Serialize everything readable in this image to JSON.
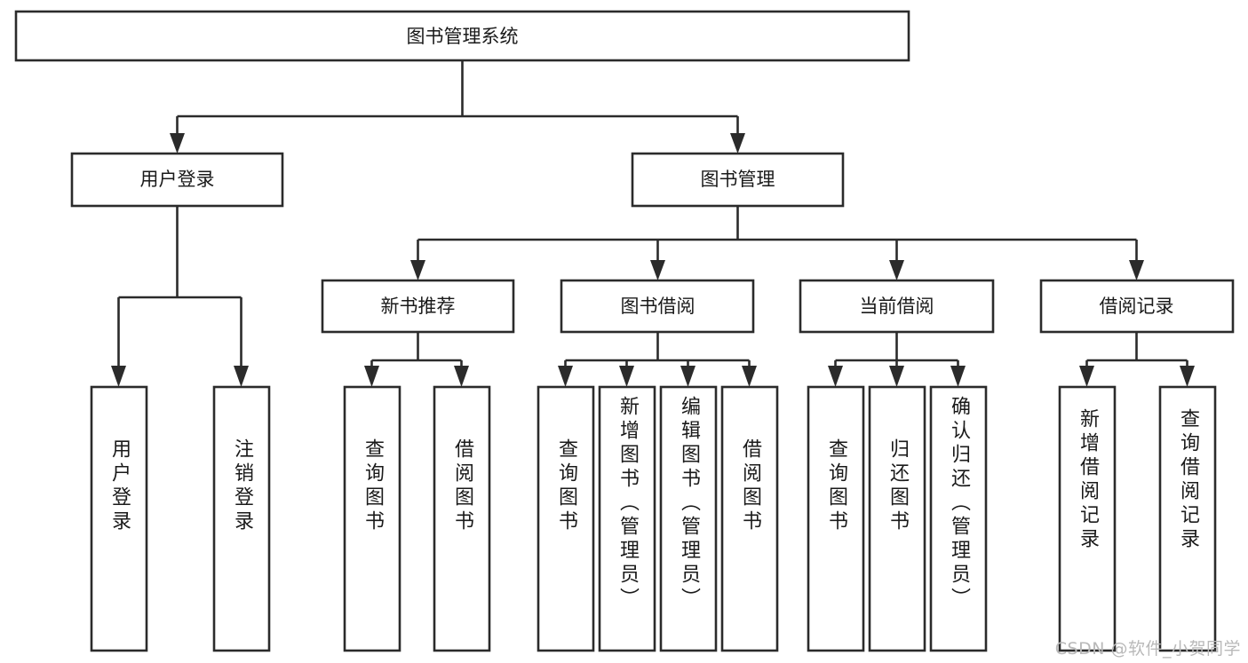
{
  "diagram": {
    "title": "图书管理系统",
    "type": "tree-hierarchy-diagram",
    "colors": {
      "box_stroke": "#2b2b2b",
      "box_fill": "#ffffff",
      "text": "#1a1a1a",
      "background": "#ffffff",
      "watermark": "#b9b9b9"
    },
    "root": {
      "label": "图书管理系统"
    },
    "level2": [
      {
        "label": "用户登录"
      },
      {
        "label": "图书管理"
      }
    ],
    "level3": [
      {
        "label": "新书推荐"
      },
      {
        "label": "图书借阅"
      },
      {
        "label": "当前借阅"
      },
      {
        "label": "借阅记录"
      }
    ],
    "leaves": {
      "user_login": [
        {
          "label": "用户登录"
        },
        {
          "label": "注销登录"
        }
      ],
      "new_book_recommend": [
        {
          "label": "查询图书"
        },
        {
          "label": "借阅图书"
        }
      ],
      "book_borrow": [
        {
          "label": "查询图书"
        },
        {
          "label": "新增图书（管理员）"
        },
        {
          "label": "编辑图书（管理员）"
        },
        {
          "label": "借阅图书"
        }
      ],
      "current_borrow": [
        {
          "label": "查询图书"
        },
        {
          "label": "归还图书"
        },
        {
          "label": "确认归还（管理员）"
        }
      ],
      "borrow_record": [
        {
          "label": "新增借阅记录"
        },
        {
          "label": "查询借阅记录"
        }
      ]
    }
  },
  "watermark": {
    "text": "CSDN @软件_小贺同学"
  }
}
